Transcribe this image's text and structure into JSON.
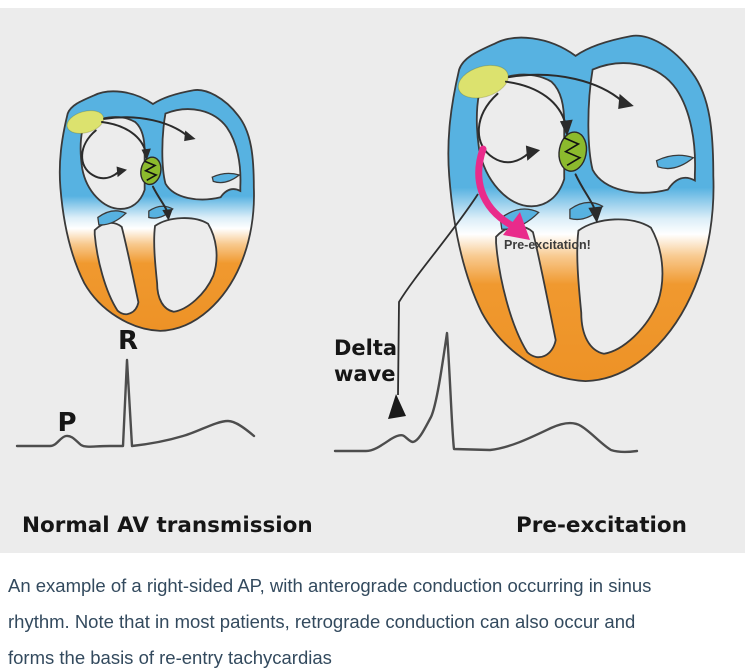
{
  "figure": {
    "left_panel": {
      "p_label": "P",
      "r_label": "R",
      "title": "Normal AV transmission"
    },
    "right_panel": {
      "delta_line1": "Delta",
      "delta_line2": "wave",
      "preexcitation_callout": "Pre-excitation!",
      "title": "Pre-excitation"
    },
    "colors": {
      "background": "#ececec",
      "atrial_blue": "#57b2e1",
      "ventricular_orange": "#f0992f",
      "sa_node_yellow": "#dce26e",
      "av_node_green": "#8cba2d",
      "accessory_pathway_pink": "#e92b8b",
      "ecg_line": "#4d4d4d"
    }
  },
  "caption": {
    "line1": "An example of a right-sided AP, with anterograde conduction occurring in sinus",
    "line2": "rhythm. Note that in most patients, retrograde conduction can also occur and",
    "line3": "forms the basis of re-entry tachycardias"
  }
}
